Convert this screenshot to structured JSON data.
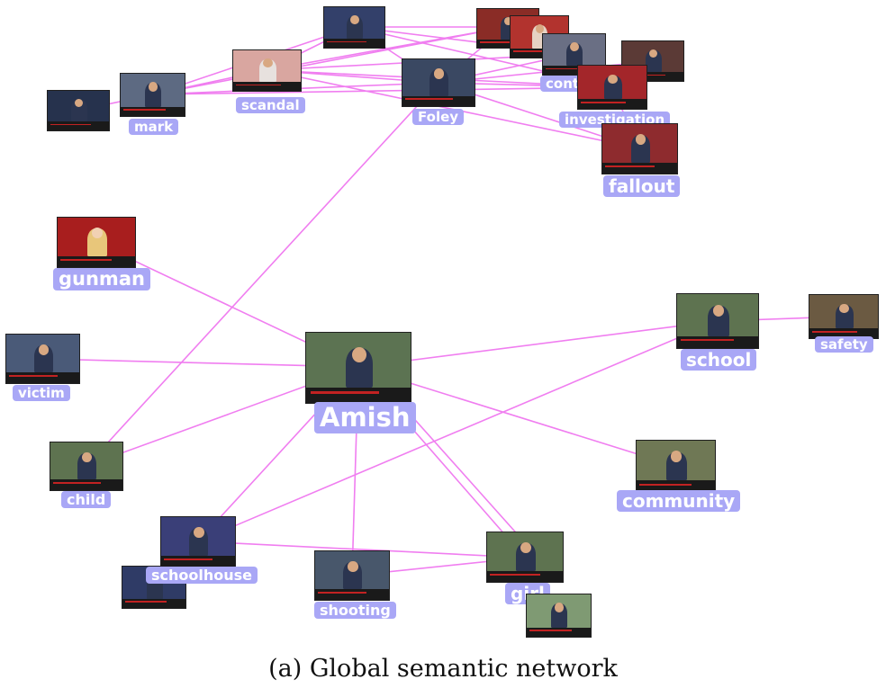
{
  "caption": "(a) Global semantic network",
  "colors": {
    "edge": "#f07ef0",
    "label_bg": "#a9a7f6",
    "label_text": "#ffffff"
  },
  "nodes": [
    {
      "id": "mark",
      "label": "mark"
    },
    {
      "id": "scandal",
      "label": "scandal"
    },
    {
      "id": "foley",
      "label": "Foley"
    },
    {
      "id": "cont",
      "label": "cont"
    },
    {
      "id": "investigation",
      "label": "investigation"
    },
    {
      "id": "fallout",
      "label": "fallout"
    },
    {
      "id": "gunman",
      "label": "gunman"
    },
    {
      "id": "victim",
      "label": "victim"
    },
    {
      "id": "amish",
      "label": "Amish"
    },
    {
      "id": "school",
      "label": "school"
    },
    {
      "id": "safety",
      "label": "safety"
    },
    {
      "id": "child",
      "label": "child"
    },
    {
      "id": "community",
      "label": "community"
    },
    {
      "id": "schoolhouse",
      "label": "schoolhouse"
    },
    {
      "id": "shooting",
      "label": "shooting"
    },
    {
      "id": "girl",
      "label": "girl"
    }
  ]
}
